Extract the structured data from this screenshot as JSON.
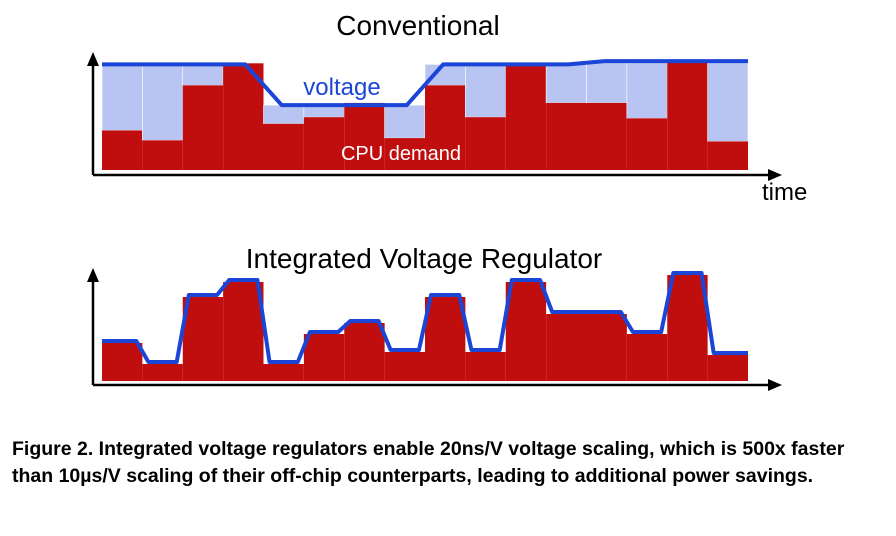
{
  "colors": {
    "demand": "#c00d0d",
    "headroom": "#b8c4f1",
    "voltage": "#1a45d6",
    "axis": "#000000"
  },
  "top_panel": {
    "title": "Conventional",
    "voltage_label": "voltage",
    "demand_label": "CPU demand",
    "time_label": "time",
    "demand": [
      0.36,
      0.27,
      0.77,
      0.97,
      0.42,
      0.48,
      0.61,
      0.29,
      0.77,
      0.48,
      0.97,
      0.61,
      0.61,
      0.47,
      0.99,
      0.26
    ],
    "voltage": [
      0.96,
      0.96,
      0.96,
      0.96,
      0.59,
      0.59,
      0.59,
      0.59,
      0.96,
      0.96,
      0.96,
      0.96,
      0.99,
      0.99,
      0.99,
      0.99
    ]
  },
  "bottom_panel": {
    "title": "Integrated Voltage Regulator",
    "demand": [
      0.38,
      0.17,
      0.84,
      0.99,
      0.17,
      0.47,
      0.58,
      0.29,
      0.84,
      0.29,
      0.99,
      0.67,
      0.67,
      0.47,
      1.06,
      0.26
    ],
    "voltage": [
      0.38,
      0.17,
      0.84,
      0.99,
      0.17,
      0.47,
      0.58,
      0.29,
      0.84,
      0.29,
      0.99,
      0.67,
      0.67,
      0.47,
      1.06,
      0.26
    ]
  },
  "caption": "Figure 2. Integrated voltage regulators enable 20ns/V voltage scaling, which is 500x faster than 10µs/V scaling of their off-chip counterparts, leading to additional power savings."
}
